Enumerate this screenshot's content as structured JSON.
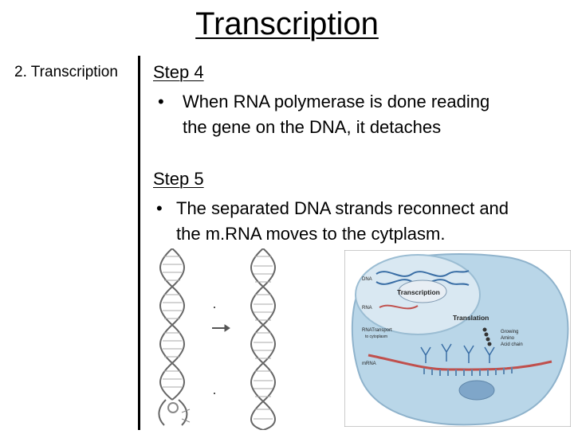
{
  "slide": {
    "title": "Transcription",
    "side_label": "2. Transcription",
    "step4": {
      "heading": "Step 4",
      "bullet_symbol": "•",
      "line1": "When RNA polymerase is done reading",
      "line2": "the gene on the DNA, it detaches"
    },
    "step5": {
      "heading": "Step 5",
      "bullet_symbol": "•",
      "line1": "The separated DNA strands reconnect and",
      "line2": "the m.RNA moves to the cytplasm."
    }
  },
  "cell_diagram": {
    "labels": {
      "dna": "DNA",
      "transcription": "Transcription",
      "rna": "RNA",
      "translation": "Translation",
      "rna_transport": "RNATransport",
      "to_cytoplasm": "to cytoplasm",
      "mrna": "mRNA",
      "growing": "Growing",
      "amino": "Amino",
      "acid_chain": "Acid chain"
    }
  }
}
